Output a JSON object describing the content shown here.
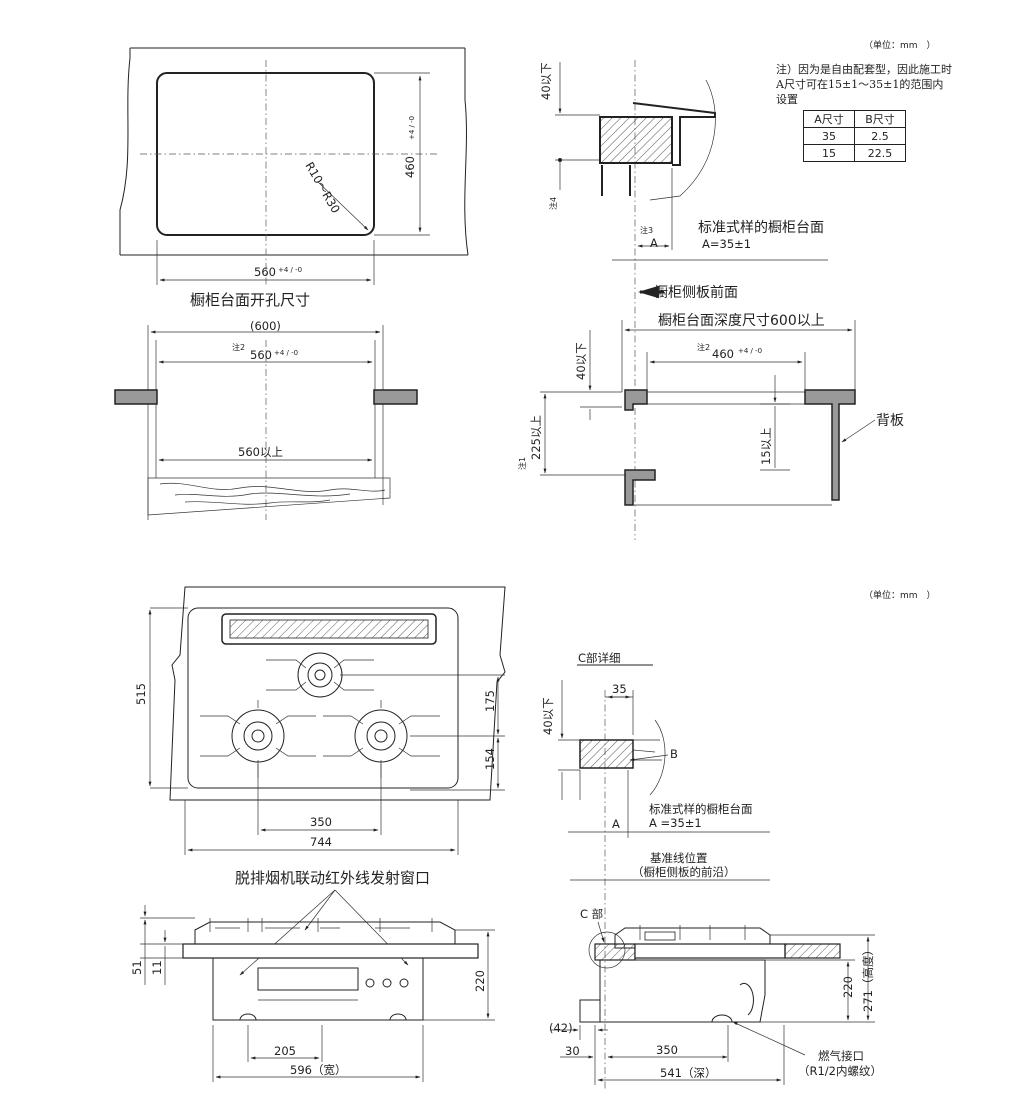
{
  "unit_label": "（单位：mm　）",
  "cutout": {
    "title": "橱柜台面开孔尺寸",
    "radius_label": "R10～R30",
    "height_label": "460",
    "height_tol": "+4 / -0",
    "width_label": "560",
    "width_tol": "+4 / -0"
  },
  "cabinet_front": {
    "overall_label": "(600)",
    "note2": "注2",
    "top_label": "560",
    "top_tol": "+4 / -0",
    "inner_label": "560以上"
  },
  "top_right": {
    "note_text": "注）因为是自由配套型，因此施工时A尺寸可在15±1～35±1的范围内设置",
    "table_headers": [
      "A尺寸",
      "B尺寸"
    ],
    "table_rows": [
      [
        "35",
        "2.5"
      ],
      [
        "15",
        "22.5"
      ]
    ],
    "dim_40": "40以下",
    "note4": "注4",
    "note3": "注3",
    "letter_a": "A",
    "std_counter": "标准式样的橱柜台面",
    "a_value": "A=35±1",
    "side_panel_front": "橱柜侧板前面"
  },
  "side_section": {
    "depth_label": "橱柜台面深度尺寸600以上",
    "note2": "注2",
    "dim_460": "460",
    "dim_460_tol": "+4 / -0",
    "dim_40": "40以下",
    "dim_225": "225以上",
    "note1": "注1",
    "dim_15": "15以上",
    "back_panel": "背板"
  },
  "hob_top": {
    "dim_515": "515",
    "dim_175": "175",
    "dim_154": "154",
    "dim_350": "350",
    "dim_744": "744",
    "ir_window": "脱排烟机联动红外线发射窗口"
  },
  "hob_front": {
    "dim_51": "51",
    "dim_11": "11",
    "dim_220": "220",
    "dim_205": "205",
    "dim_596": "596（宽）"
  },
  "detail_c": {
    "title": "C部详细",
    "dim_35": "35",
    "dim_40": "40以下",
    "letter_b": "B",
    "letter_a": "A",
    "std_counter": "标准式样的橱柜台面",
    "a_value": "A =35±1",
    "ref_line": "基准线位置",
    "ref_line_sub": "（橱柜侧板的前沿）",
    "c_part": "C 部"
  },
  "hob_side": {
    "dim_220": "220",
    "dim_271": "271（高度）",
    "dim_42": "(42)",
    "dim_30": "30",
    "dim_350": "350",
    "dim_541": "541（深）",
    "gas_inlet": "燃气接口",
    "gas_inlet_sub": "（R1/2内螺纹）"
  }
}
